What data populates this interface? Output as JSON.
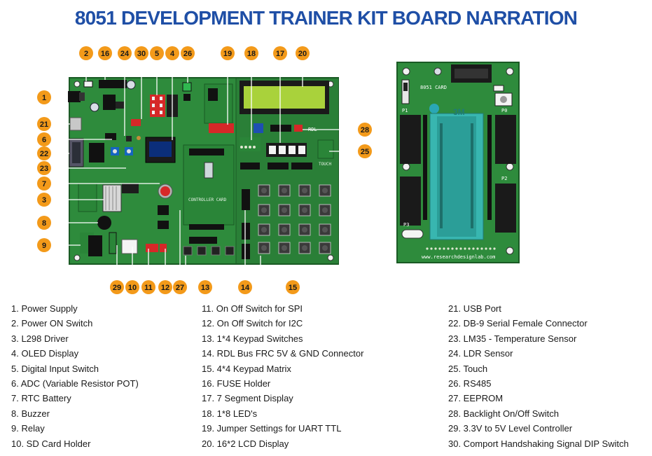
{
  "title": "8051 DEVELOPMENT TRAINER KIT BOARD NARRATION",
  "colors": {
    "title": "#1f4fa6",
    "badge": "#f39a1a",
    "pcb": "#2e8b3c",
    "pcb_dark": "#1f6b2c"
  },
  "board_labels": {
    "controller_card": "CONTROLLER CARD",
    "rdl": "RDL",
    "touch": "TOUCH"
  },
  "card": {
    "name": "8051 CARD",
    "socket_label": "3M",
    "website": "www.researchdesignlab.com",
    "ports": [
      "P1",
      "P0",
      "P2",
      "P3"
    ]
  },
  "legend": [
    [
      "1. Power Supply",
      "2. Power ON Switch",
      "3. L298 Driver",
      "4. OLED Display",
      "5. Digital Input Switch",
      "6. ADC (Variable Resistor POT)",
      "7. RTC Battery",
      "8. Buzzer",
      "9. Relay",
      "10. SD Card Holder"
    ],
    [
      "11. On Off Switch for SPI",
      "12. On Off Switch for I2C",
      "13. 1*4 Keypad Switches",
      "14. RDL Bus FRC 5V & GND Connector",
      "15. 4*4 Keypad Matrix",
      "16. FUSE Holder",
      "17. 7 Segment Display",
      "18. 1*8 LED's",
      "19. Jumper Settings for UART TTL",
      "20. 16*2 LCD Display"
    ],
    [
      "21. USB Port",
      "22. DB-9 Serial Female Connector",
      "23. LM35 - Temperature Sensor",
      "24. LDR Sensor",
      "25. Touch",
      "26. RS485",
      "27. EEPROM",
      "28. Backlight On/Off Switch",
      "29. 3.3V to 5V Level Controller",
      "30. Comport Handshaking Signal DIP Switch"
    ]
  ],
  "badges": [
    "1",
    "2",
    "3",
    "4",
    "5",
    "6",
    "7",
    "8",
    "9",
    "10",
    "11",
    "12",
    "13",
    "14",
    "15",
    "16",
    "17",
    "18",
    "19",
    "20",
    "21",
    "22",
    "23",
    "24",
    "25",
    "26",
    "27",
    "28",
    "29",
    "30"
  ]
}
